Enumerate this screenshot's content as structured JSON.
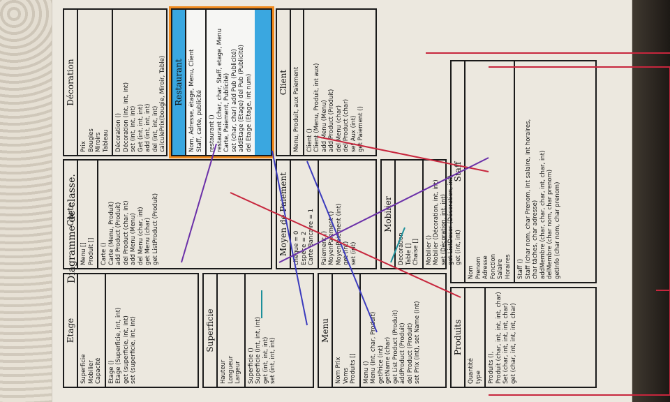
{
  "diagram_title": "Diagramme de classe.",
  "classes": {
    "decoration": {
      "title": "Décoration",
      "attrs": [
        "Prix",
        "Bougies",
        "Miroirs",
        "Tableau"
      ],
      "methods": [
        "Décoration ()",
        "Décoration (int, int, int)",
        "set (int, int, int)",
        "Get (int, int, int)",
        "add (int, int, int)",
        "del (int, int, int)",
        "calculePrix(bougie, Miroir, Table)"
      ]
    },
    "restaurant": {
      "title": "Restaurant",
      "attrs": [
        "Nom, Adresse, étage, Menu, Client",
        "Staff, carte, publicité"
      ],
      "methods": [
        "restaurant ()",
        "restaurant (char, char, Staff, etage, Menu",
        "Carte, Paiement, Publicité)",
        "set (char, char)   add Pub (Publicité)",
        "addEtage (Etage)   del Pub (Publicité)",
        "del Etage (Etage, int num)"
      ]
    },
    "client": {
      "title": "Client",
      "attrs": [
        "Menu, Produit, aux Paiement"
      ],
      "methods": [
        "Client ()",
        "Client (Menu, Produit, int aux)",
        "add Menu (Menu)",
        "add Product (Produit)",
        "del Menu (char)",
        "del Product (char)",
        "set Aux (int)",
        "get Paiement ()"
      ]
    },
    "staff": {
      "title": "Staff",
      "attrs": [
        "Nom",
        "Prenom",
        "Adresse",
        "Fonction",
        "Salaire",
        "Horaires"
      ],
      "methods": [
        "Staff ()",
        "Staff (char nom, char Prenom, int salaire, int horaires,",
        "char tâches, char adresse)",
        "addMembre (char, char, char, int, char, int)",
        "delMembre (char nom, char prenom)",
        "getInfo (char nom, char prenom)"
      ]
    },
    "carte": {
      "title": "Carte",
      "attrs": [
        "Menu []",
        "Produit []"
      ],
      "methods": [
        "Carte ()",
        "Carte (Menu, Produit)",
        "add Product (Produit)",
        "del Product (char, int)",
        "add Menu (Menu)",
        "del Menu (char, int)",
        "get Menu (char)",
        "get ListProduct (Produit)"
      ]
    },
    "moyen": {
      "title": "Moyen de Paiement",
      "attrs": [
        "chèque = 0",
        "Espèce = 2",
        "Carte Bancaire = 1"
      ],
      "methods": [
        "Paiement ()",
        "MoyenPaiement ()",
        "MoyenPaiement (int)",
        "get (int)",
        "set (int)"
      ]
    },
    "mobilier": {
      "title": "Mobilier",
      "attrs": [
        "Decoration",
        "Table []",
        "Chaise []"
      ],
      "methods": [
        "Mobilier ()",
        "Mobilier (Décoration, int, int)",
        "set (Décoration, int, int)",
        "get ListDecor (Décoration, int)",
        "get (int, int)"
      ]
    },
    "etage": {
      "title": "Etage",
      "attrs": [
        "Superficie",
        "Mobilier",
        "Capacité"
      ],
      "methods": [
        "Etage ()",
        "Etage (Superficie, int, int)",
        "get (superficie, int, int)",
        "set (superficie, int, int)"
      ]
    },
    "superficie": {
      "title": "Superficie",
      "attrs": [
        "Hauteur",
        "Longueur",
        "Largeur"
      ],
      "methods": [
        "Superficie ()",
        "Superficie (int, int, int)",
        "get (int, int, int)",
        "set (int, int, int)"
      ]
    },
    "menu": {
      "title": "Menu",
      "attrs": [
        "Nom   Prix",
        "Voms",
        "Produits []"
      ],
      "methods": [
        "Menu ()",
        "Menu (int, char, Produit)",
        "getPrice (int)",
        "getName (char)",
        "get List Product (Produit)",
        "addProduct (Produit)",
        "del Product (Produit)",
        "set Prix (int), set Name (int)"
      ]
    },
    "produits": {
      "title": "Produits",
      "attrs": [
        "Quantité",
        "type"
      ],
      "methods": [
        "Produits (),",
        "Produit (char, int, int, int, char)",
        "Set (char, int, int, int, char)",
        "get (char, int, int, int, char)"
      ]
    }
  },
  "colors": {
    "ink": "#1a1a1a",
    "relation_red": "#c7263d",
    "relation_blue": "#3b3bbd",
    "relation_purple": "#6a2fa8",
    "relation_teal": "#1c8f9a",
    "restaurant_fill": "#3aa7e0",
    "restaurant_border": "#f08a1e"
  }
}
